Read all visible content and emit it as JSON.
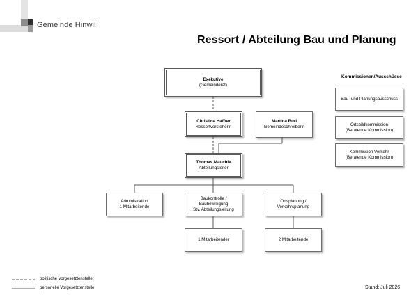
{
  "header": {
    "logo_text": "Gemeinde Hinwil",
    "title": "Ressort / Abteilung Bau und Planung"
  },
  "org": {
    "executive": {
      "name": "Exekutive",
      "sub": "(Gemeinderat)"
    },
    "head": {
      "name": "Christina Haffter",
      "role": "Ressortvorsteherin"
    },
    "secretary": {
      "name": "Martina Buri",
      "role": "Gemeindeschreiberin"
    },
    "leader": {
      "name": "Thomas Mauchle",
      "role": "Abteilungsleiter"
    },
    "units": [
      {
        "line1": "Administration",
        "line2": "1 Mitarbeitende",
        "line3": ""
      },
      {
        "line1": "Baukontrolle /",
        "line2": "Baubewilligung",
        "line3": "Stv. Abteilungsleitung"
      },
      {
        "line1": "Ortsplanung /",
        "line2": "Verkehrsplanung",
        "line3": ""
      }
    ],
    "staff": [
      {
        "label": "1 Mitarbeitender"
      },
      {
        "label": "2 Mitarbeitende"
      }
    ]
  },
  "commissions": {
    "title": "Kommissionen/Ausschüsse",
    "items": [
      {
        "line1": "Bau- und Planungsausschuss",
        "line2": ""
      },
      {
        "line1": "Ortsbildkommission",
        "line2": "(Beratende Kommission)"
      },
      {
        "line1": "Kommission Verkehr",
        "line2": "(Beratende Kommission)"
      }
    ]
  },
  "legend": {
    "political": "politische Vorgesetztenstelle",
    "personal": "personelle Vorgesetztenstelle"
  },
  "footer": {
    "stand": "Stand: Juli 2026"
  },
  "colors": {
    "line": "#5a5a5a",
    "logo_dark": "#2f2f2f",
    "logo_mid": "#8c8c8c",
    "logo_light": "#d6d6d6"
  }
}
